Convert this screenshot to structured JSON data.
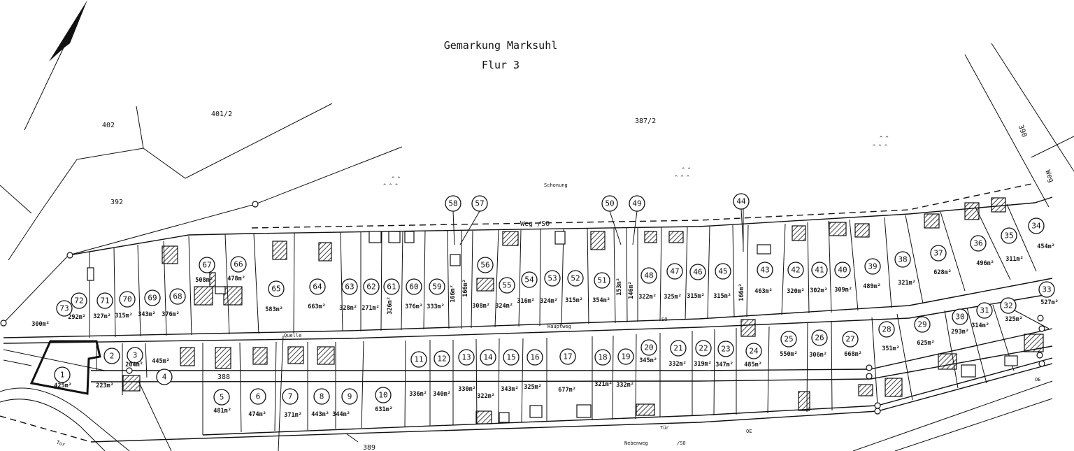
{
  "title": {
    "line1": "Gemarkung Marksuhl",
    "line2": "Flur 3"
  },
  "places": {
    "p402": "402",
    "p401_2": "401/2",
    "p392": "392",
    "p387_2": "387/2",
    "p390": "390",
    "weg_right": "Weg",
    "schonung": "Schonung",
    "weg_so": "Weg /SO",
    "hauptweg": "Hauptweg",
    "quelle": "Quelle",
    "p388": "388",
    "p389": "389",
    "nebenweg": "Nebenweg",
    "nebenweg_so": "/SO",
    "tuer": "Tür",
    "oe1": "OE",
    "oe2": "OE",
    "tor": "Tor",
    "so": "SO"
  },
  "parcels": [
    {
      "no": "1",
      "area": "425m²"
    },
    {
      "no": "2",
      "area": "223m²"
    },
    {
      "no": "3",
      "area": "204m²"
    },
    {
      "no": "4",
      "area": "445m²"
    },
    {
      "no": "5",
      "area": "481m²"
    },
    {
      "no": "6",
      "area": "474m²"
    },
    {
      "no": "7",
      "area": "371m²"
    },
    {
      "no": "8",
      "area": "443m²"
    },
    {
      "no": "9",
      "area": "344m²"
    },
    {
      "no": "10",
      "area": "631m²"
    },
    {
      "no": "11",
      "area": "336m²"
    },
    {
      "no": "12",
      "area": "340m²"
    },
    {
      "no": "13",
      "area": "330m²"
    },
    {
      "no": "14",
      "area": "322m²"
    },
    {
      "no": "15",
      "area": "343m²"
    },
    {
      "no": "16",
      "area": "325m²"
    },
    {
      "no": "17",
      "area": "677m²"
    },
    {
      "no": "18",
      "area": "321m²"
    },
    {
      "no": "19",
      "area": "332m²"
    },
    {
      "no": "20",
      "area": "345m²"
    },
    {
      "no": "21",
      "area": "332m²"
    },
    {
      "no": "22",
      "area": "319m²"
    },
    {
      "no": "23",
      "area": "347m²"
    },
    {
      "no": "24",
      "area": "485m²"
    },
    {
      "no": "25",
      "area": "550m²"
    },
    {
      "no": "26",
      "area": "306m²"
    },
    {
      "no": "27",
      "area": "668m²"
    },
    {
      "no": "28",
      "area": "351m²"
    },
    {
      "no": "29",
      "area": "625m²"
    },
    {
      "no": "30",
      "area": "293m²"
    },
    {
      "no": "31",
      "area": "314m²"
    },
    {
      "no": "32",
      "area": "325m²"
    },
    {
      "no": "33",
      "area": "527m²"
    },
    {
      "no": "34",
      "area": "454m²"
    },
    {
      "no": "35",
      "area": "311m²"
    },
    {
      "no": "36",
      "area": "496m²"
    },
    {
      "no": "37",
      "area": "628m²"
    },
    {
      "no": "38",
      "area": "321m²"
    },
    {
      "no": "39",
      "area": "489m²"
    },
    {
      "no": "40",
      "area": "309m²"
    },
    {
      "no": "41",
      "area": "302m²"
    },
    {
      "no": "42",
      "area": "320m²"
    },
    {
      "no": "43",
      "area": "463m²"
    },
    {
      "no": "44",
      "area": "166m²"
    },
    {
      "no": "45",
      "area": "315m²"
    },
    {
      "no": "46",
      "area": "315m²"
    },
    {
      "no": "47",
      "area": "325m²"
    },
    {
      "no": "48",
      "area": "322m²"
    },
    {
      "no": "49",
      "area": "146m²"
    },
    {
      "no": "50",
      "area": "153m²"
    },
    {
      "no": "51",
      "area": "354m²"
    },
    {
      "no": "52",
      "area": "315m²"
    },
    {
      "no": "53",
      "area": "324m²"
    },
    {
      "no": "54",
      "area": "316m²"
    },
    {
      "no": "55",
      "area": "324m²"
    },
    {
      "no": "56",
      "area": "308m²"
    },
    {
      "no": "57",
      "area": "166m²"
    },
    {
      "no": "58",
      "area": "166m²"
    },
    {
      "no": "59",
      "area": "333m²"
    },
    {
      "no": "60",
      "area": "376m²"
    },
    {
      "no": "61",
      "area": "326m²"
    },
    {
      "no": "62",
      "area": "271m²"
    },
    {
      "no": "63",
      "area": "328m²"
    },
    {
      "no": "64",
      "area": "663m²"
    },
    {
      "no": "65",
      "area": "583m²"
    },
    {
      "no": "66",
      "area": "478m²"
    },
    {
      "no": "67",
      "area": "508m²"
    },
    {
      "no": "68",
      "area": "376m²"
    },
    {
      "no": "69",
      "area": "343m²"
    },
    {
      "no": "70",
      "area": "315m²"
    },
    {
      "no": "71",
      "area": "327m²"
    },
    {
      "no": "72",
      "area": "292m²"
    },
    {
      "no": "73",
      "area": "300m²"
    }
  ]
}
